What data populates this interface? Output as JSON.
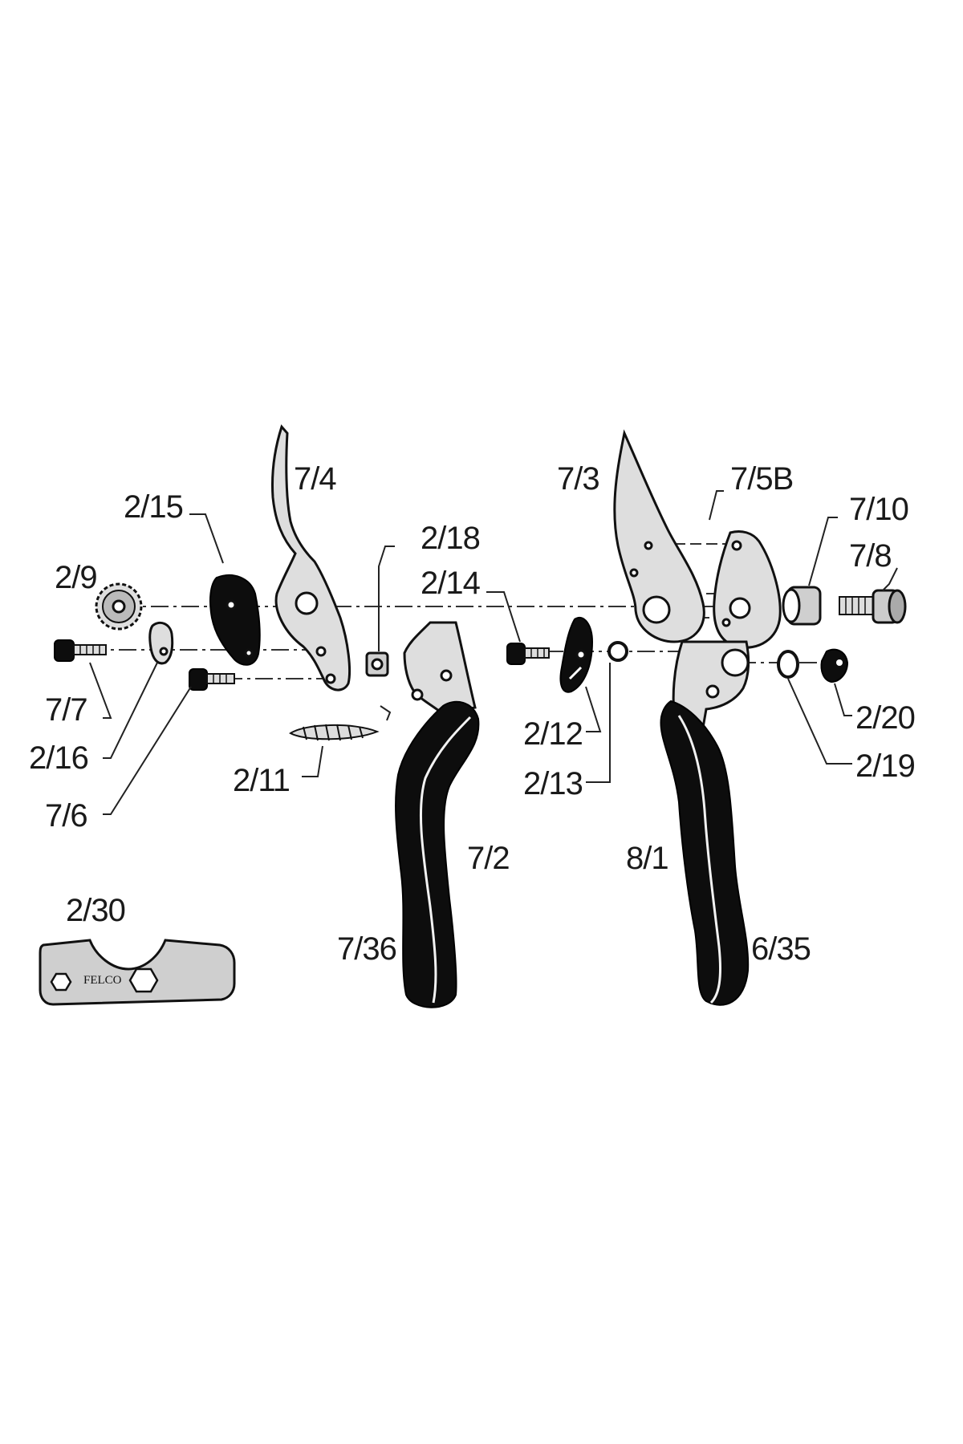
{
  "parts": {
    "p7_4": "7/4",
    "p7_3": "7/3",
    "p7_5B": "7/5B",
    "p7_10": "7/10",
    "p7_8": "7/8",
    "p2_15": "2/15",
    "p2_18": "2/18",
    "p2_14": "2/14",
    "p2_9": "2/9",
    "p7_7": "7/7",
    "p2_16": "2/16",
    "p7_6": "7/6",
    "p2_11": "2/11",
    "p2_12": "2/12",
    "p2_13": "2/13",
    "p2_20": "2/20",
    "p2_19": "2/19",
    "p7_2": "7/2",
    "p8_1": "8/1",
    "p7_36": "7/36",
    "p6_35": "6/35",
    "p2_30": "2/30"
  },
  "logo_text": "FELCO",
  "colors": {
    "grip": "#0d0d0d",
    "metal": "#dedede",
    "line": "#222222"
  }
}
